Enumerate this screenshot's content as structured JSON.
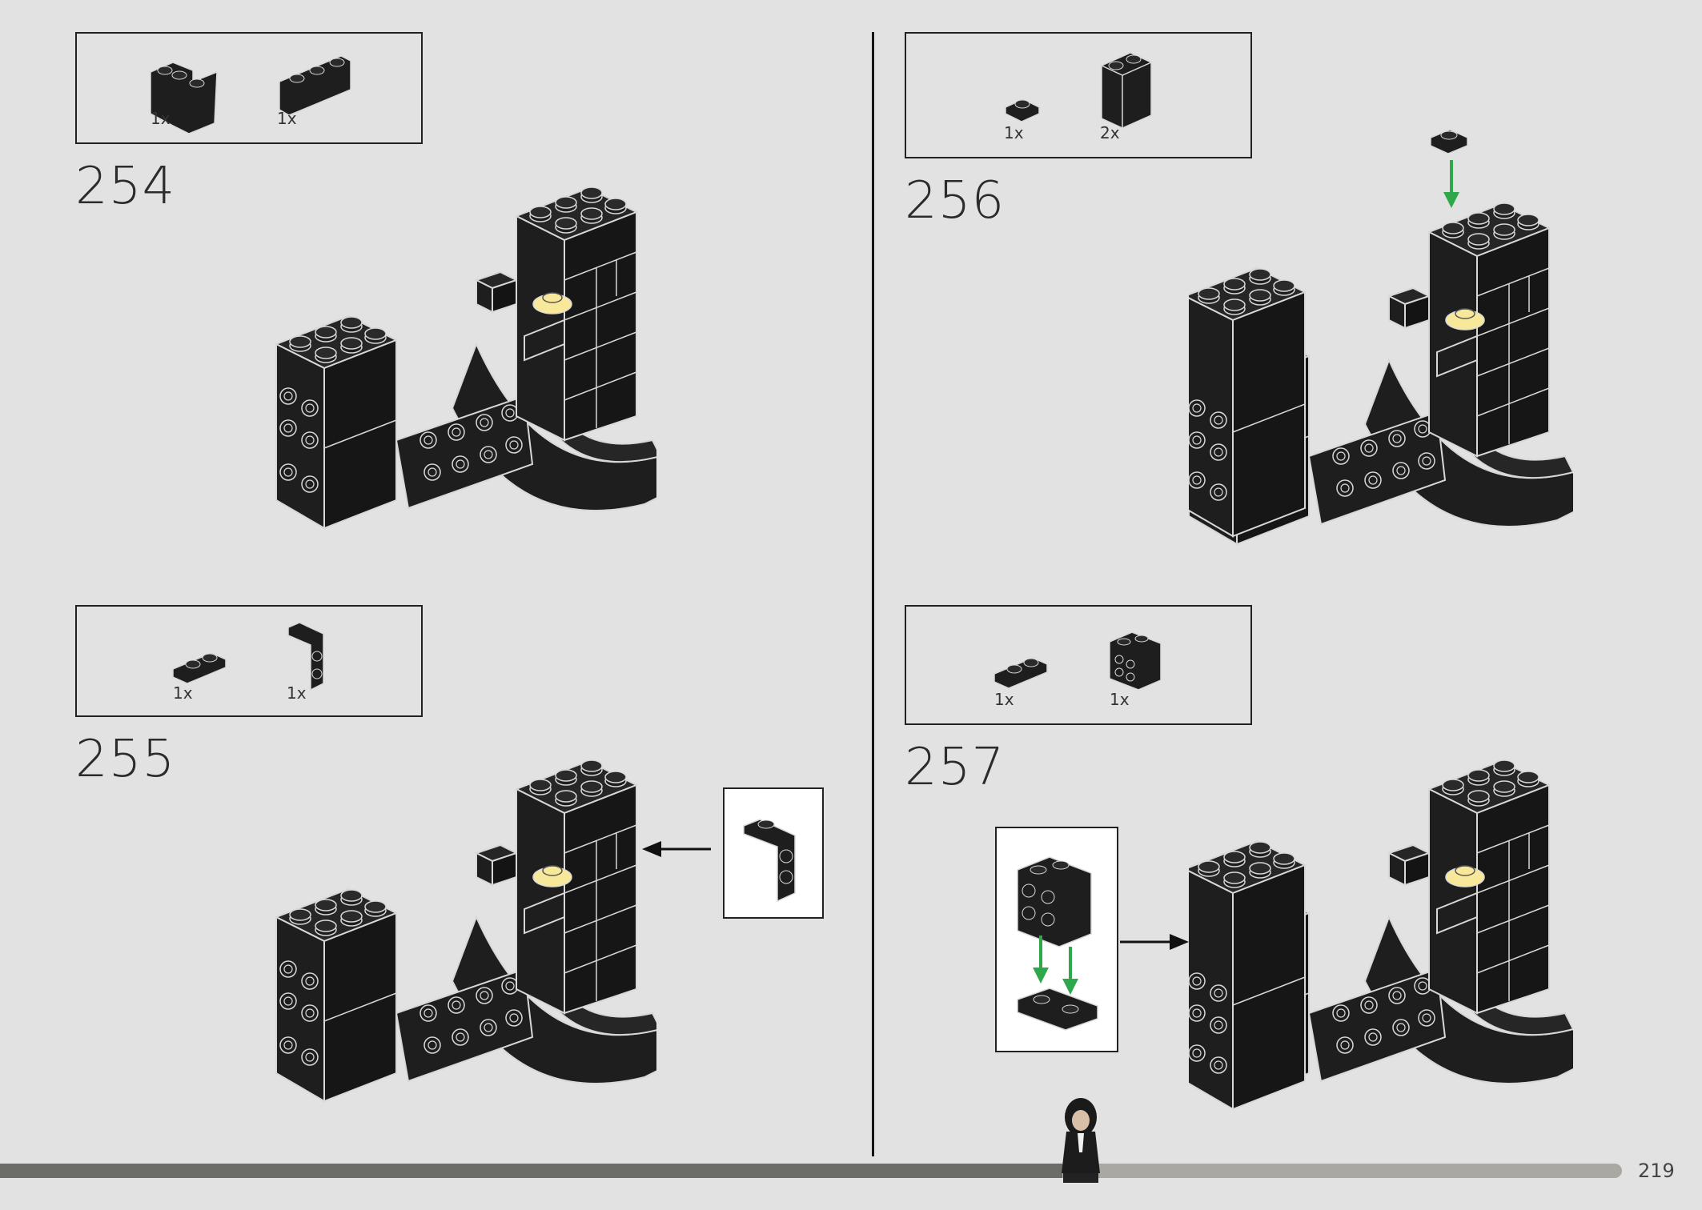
{
  "page": {
    "number": "219",
    "progress": 0.655
  },
  "steps": [
    {
      "id": "254",
      "parts": [
        {
          "qty": "1x",
          "icon": "corner-brick-icon"
        },
        {
          "qty": "1x",
          "icon": "brick-1x3-icon"
        }
      ]
    },
    {
      "id": "255",
      "parts": [
        {
          "qty": "1x",
          "icon": "plate-1x2-icon"
        },
        {
          "qty": "1x",
          "icon": "bracket-icon"
        }
      ]
    },
    {
      "id": "256",
      "parts": [
        {
          "qty": "1x",
          "icon": "plate-1x1-icon"
        },
        {
          "qty": "2x",
          "icon": "brick-1x2x2-icon"
        }
      ]
    },
    {
      "id": "257",
      "parts": [
        {
          "qty": "1x",
          "icon": "plate-1x2-icon"
        },
        {
          "qty": "1x",
          "icon": "brick-2x2-studs-icon"
        }
      ]
    }
  ],
  "colors": {
    "brick": "#1e1e1e",
    "brick_edge": "#d8d8d8",
    "yellow": "#f4e000",
    "light_yellow": "#f8e89a",
    "magenta": "#cc33aa",
    "arrow_green": "#2ea84a",
    "background": "#e2e2e2"
  }
}
